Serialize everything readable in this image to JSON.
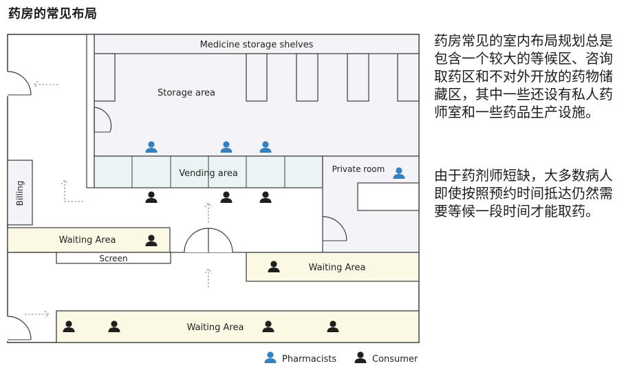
{
  "title": "药房的常见布局",
  "description": [
    "药房常见的室内布局规划总是包含一个较大的等候区、咨询取药区和不对外开放的药物储藏区，其中一些还设有私人药师室和一些药品生产设施。",
    "由于药剂师短缺，大多数病人即使按照预约时间抵达仍然需要等候一段时间才能取药。"
  ],
  "labels": {
    "shelves": "Medicine storage shelves",
    "storage": "Storage area",
    "vending": "Vending area",
    "private_room": "Private room",
    "billing": "Billing",
    "screen": "Screen",
    "waiting_left": "Waiting Area",
    "waiting_right": "Waiting Area",
    "waiting_bottom": "Waiting Area"
  },
  "legend": {
    "pharmacists": "Pharmacists",
    "consumer": "Consumer"
  },
  "colors": {
    "pharmacist": "#2f82c6",
    "consumer": "#1f1f1f",
    "storage_fill": "#f4f4f8",
    "vending_fill": "#eaf4f4",
    "waiting_fill": "#fbf8e4",
    "wall": "#3a3a3a"
  }
}
